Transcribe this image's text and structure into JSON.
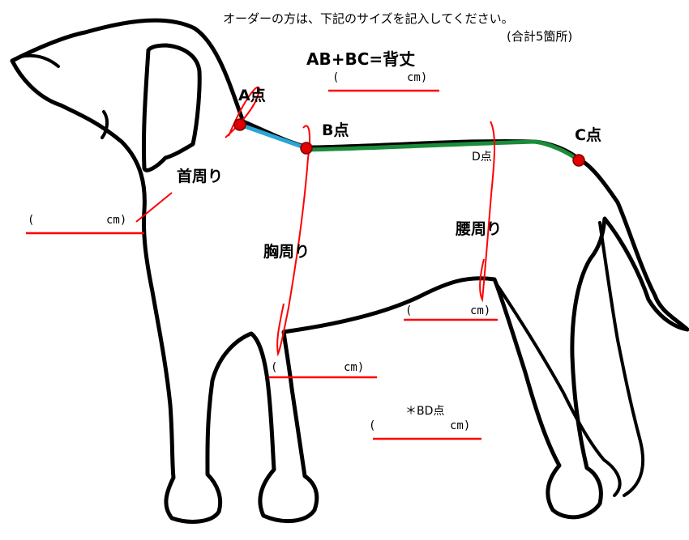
{
  "instruction": {
    "line1": "オーダーの方は、下記のサイズを記入してください。",
    "line2": "(合計5箇所)"
  },
  "formula": "AB+BC=背丈",
  "points": {
    "a": "A点",
    "b": "B点",
    "c": "C点",
    "d": "D点",
    "bd": "＊BD点"
  },
  "labels": {
    "neck": "首周り",
    "chest": "胸周り",
    "waist": "腰周り"
  },
  "fields": {
    "open": "(",
    "unit": "cm)"
  },
  "colors": {
    "outline": "#000000",
    "mark": "#ff0000",
    "segment_ab": "#2aa6d6",
    "segment_bc": "#1a8c3a",
    "point_fill": "#e00000"
  }
}
